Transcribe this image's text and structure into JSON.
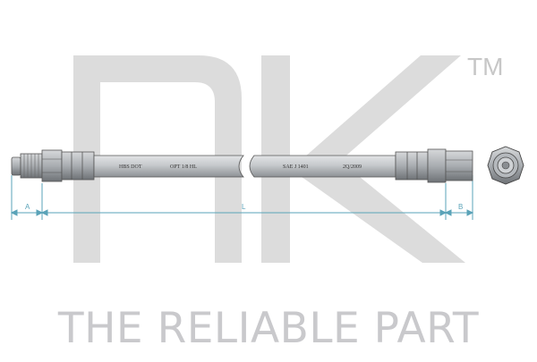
{
  "brand": {
    "logo_text": "nk",
    "trademark": "TM",
    "tagline": "THE RELIABLE PART"
  },
  "hose": {
    "print_labels": [
      "HBS DOT",
      "OPT 1/8 HL",
      "SAE J 1401",
      "2Q/2009"
    ]
  },
  "dimensions": {
    "a": "A",
    "l": "L",
    "b": "B"
  },
  "colors": {
    "logo_gray": "#dcdcdc",
    "hose_gray": "#c3c6c8",
    "dimension_line": "#5aa3b8"
  }
}
